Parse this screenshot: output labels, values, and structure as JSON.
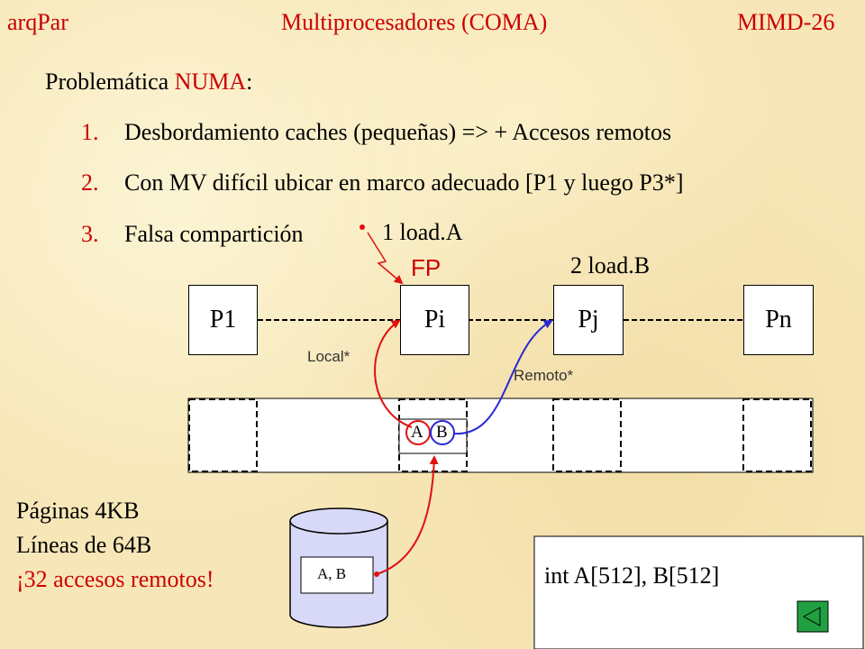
{
  "header": {
    "left": "arqPar",
    "center": "Multiprocesadores (COMA)",
    "right": "MIMD-26"
  },
  "problem": {
    "prefix": "Problemática",
    "highlight": "NUMA",
    "suffix": ":"
  },
  "items": [
    {
      "num": "1.",
      "text": "Desbordamiento caches (pequeñas) => + Accesos remotos"
    },
    {
      "num": "2.",
      "text": "Con MV difícil ubicar en marco adecuado [P1 y luego P3*]"
    },
    {
      "num": "3.",
      "text": "Falsa compartición"
    }
  ],
  "diagram": {
    "processors": [
      "P1",
      "Pi",
      "Pj",
      "Pn"
    ],
    "load_a": "1 load.A",
    "load_b": "2 load.B",
    "fp": "FP",
    "local": "Local*",
    "remote": "Remoto*",
    "cell_a": "A",
    "cell_b": "B",
    "disk_label": "A, B"
  },
  "notes": {
    "pages": "Páginas 4KB",
    "lines": "Líneas de 64B",
    "remote_accesses": "¡32 accesos remotos!"
  },
  "code": "int A[512], B[512]",
  "colors": {
    "accent_red": "#cc0000",
    "arrow_red": "#e01010",
    "arrow_blue": "#2a2ad0",
    "disk_fill": "#d8d8f8",
    "nav_green": "#20a040"
  }
}
